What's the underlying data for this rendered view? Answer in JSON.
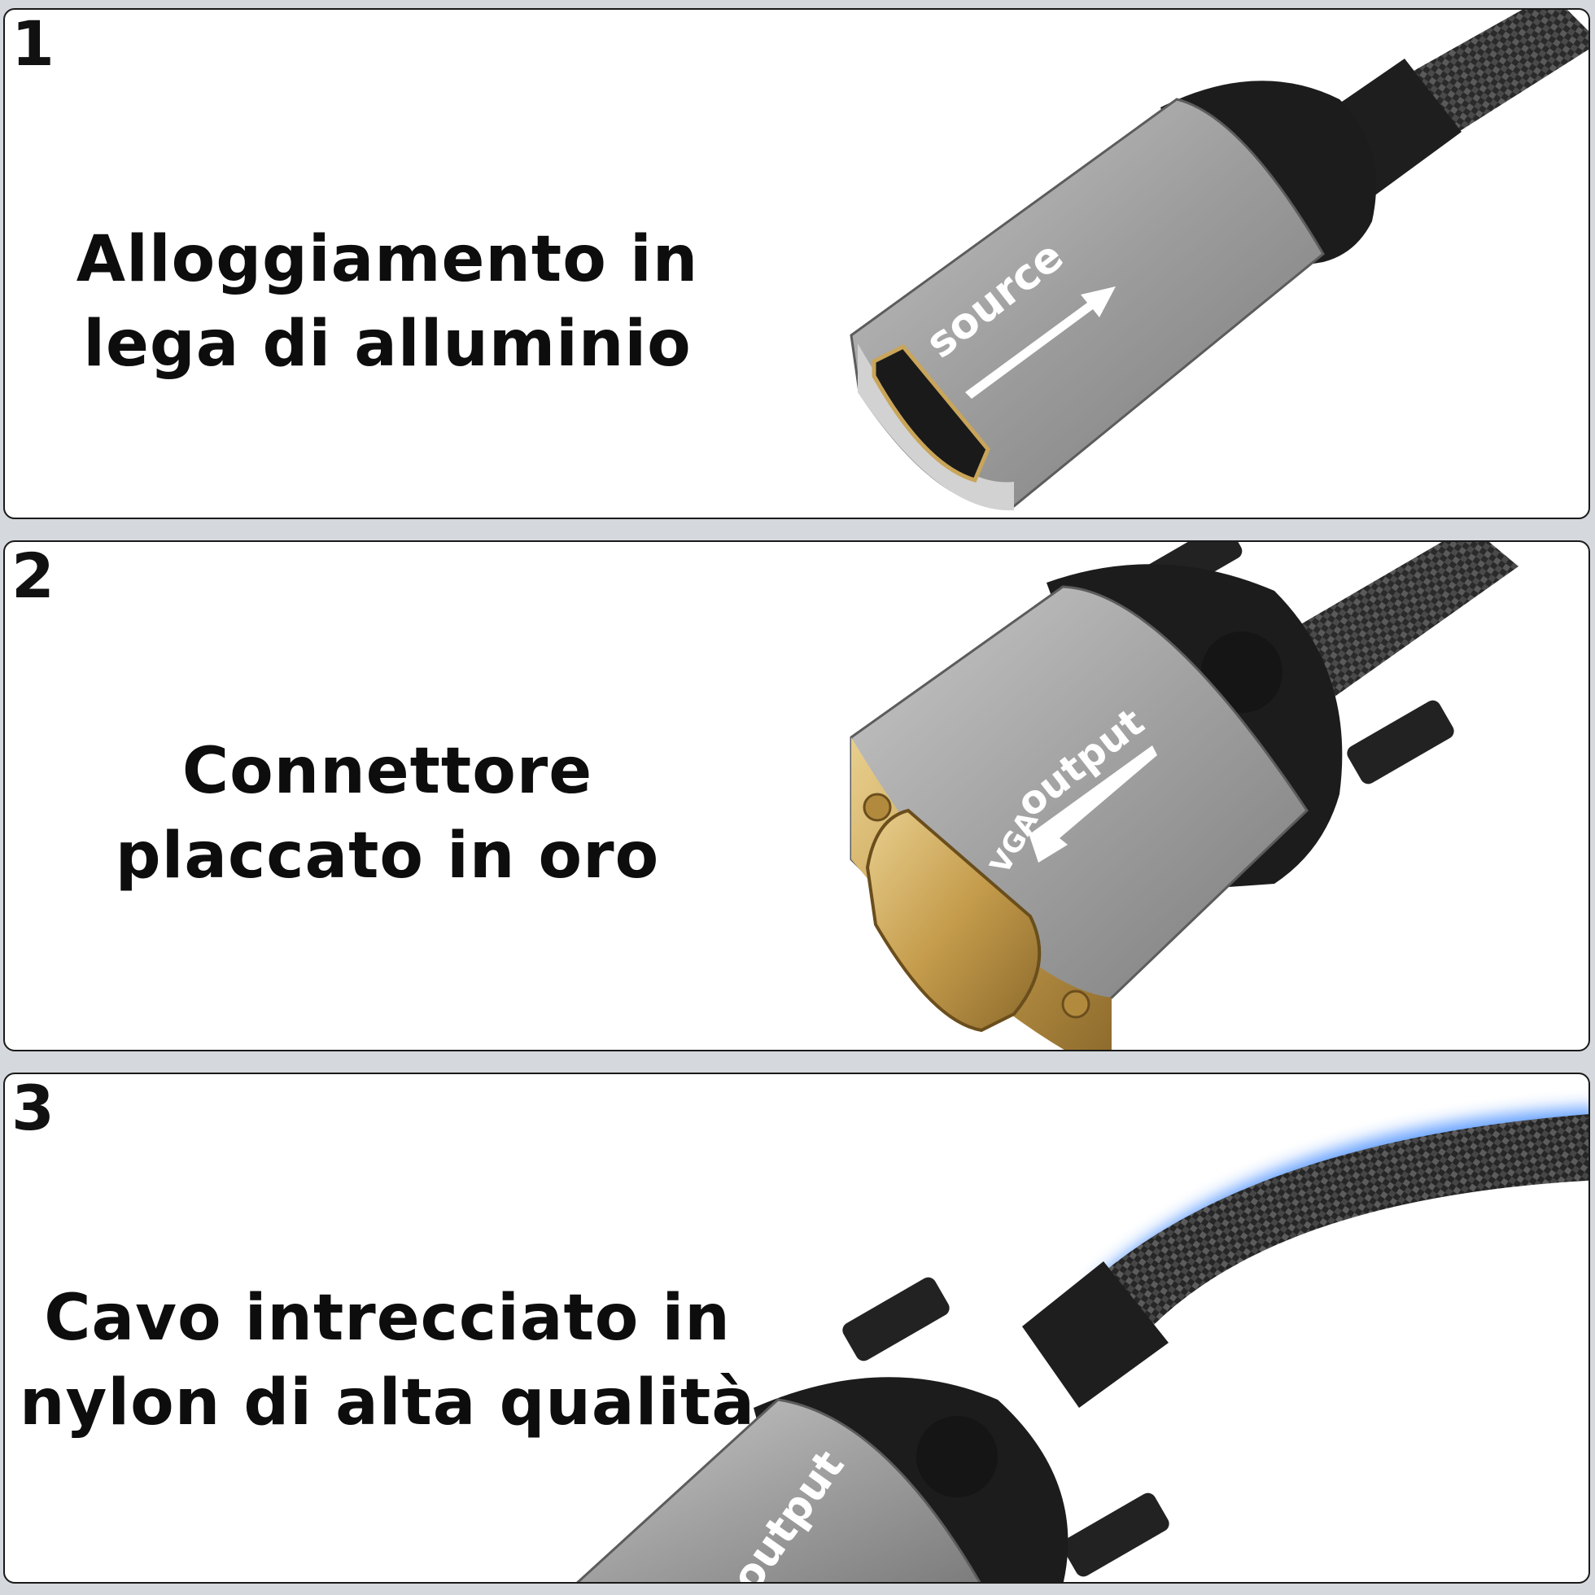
{
  "panels": [
    {
      "number": "1",
      "caption": [
        "Alloggiamento in",
        "lega di alluminio"
      ],
      "connector_label": "source"
    },
    {
      "number": "2",
      "caption": [
        "Connettore",
        "placcato in oro"
      ],
      "connector_label": "output",
      "connector_sublabel": "VGA"
    },
    {
      "number": "3",
      "caption": [
        "Cavo intrecciato in",
        "nylon di alta qualità"
      ],
      "connector_label": "output"
    }
  ],
  "colors": {
    "background": "#d5d8dc",
    "panel": "#ffffff",
    "aluminum": "#a3a3a3",
    "plastic": "#1c1c1c",
    "gold": "#c9a55a",
    "glow": "#2f7fff"
  }
}
